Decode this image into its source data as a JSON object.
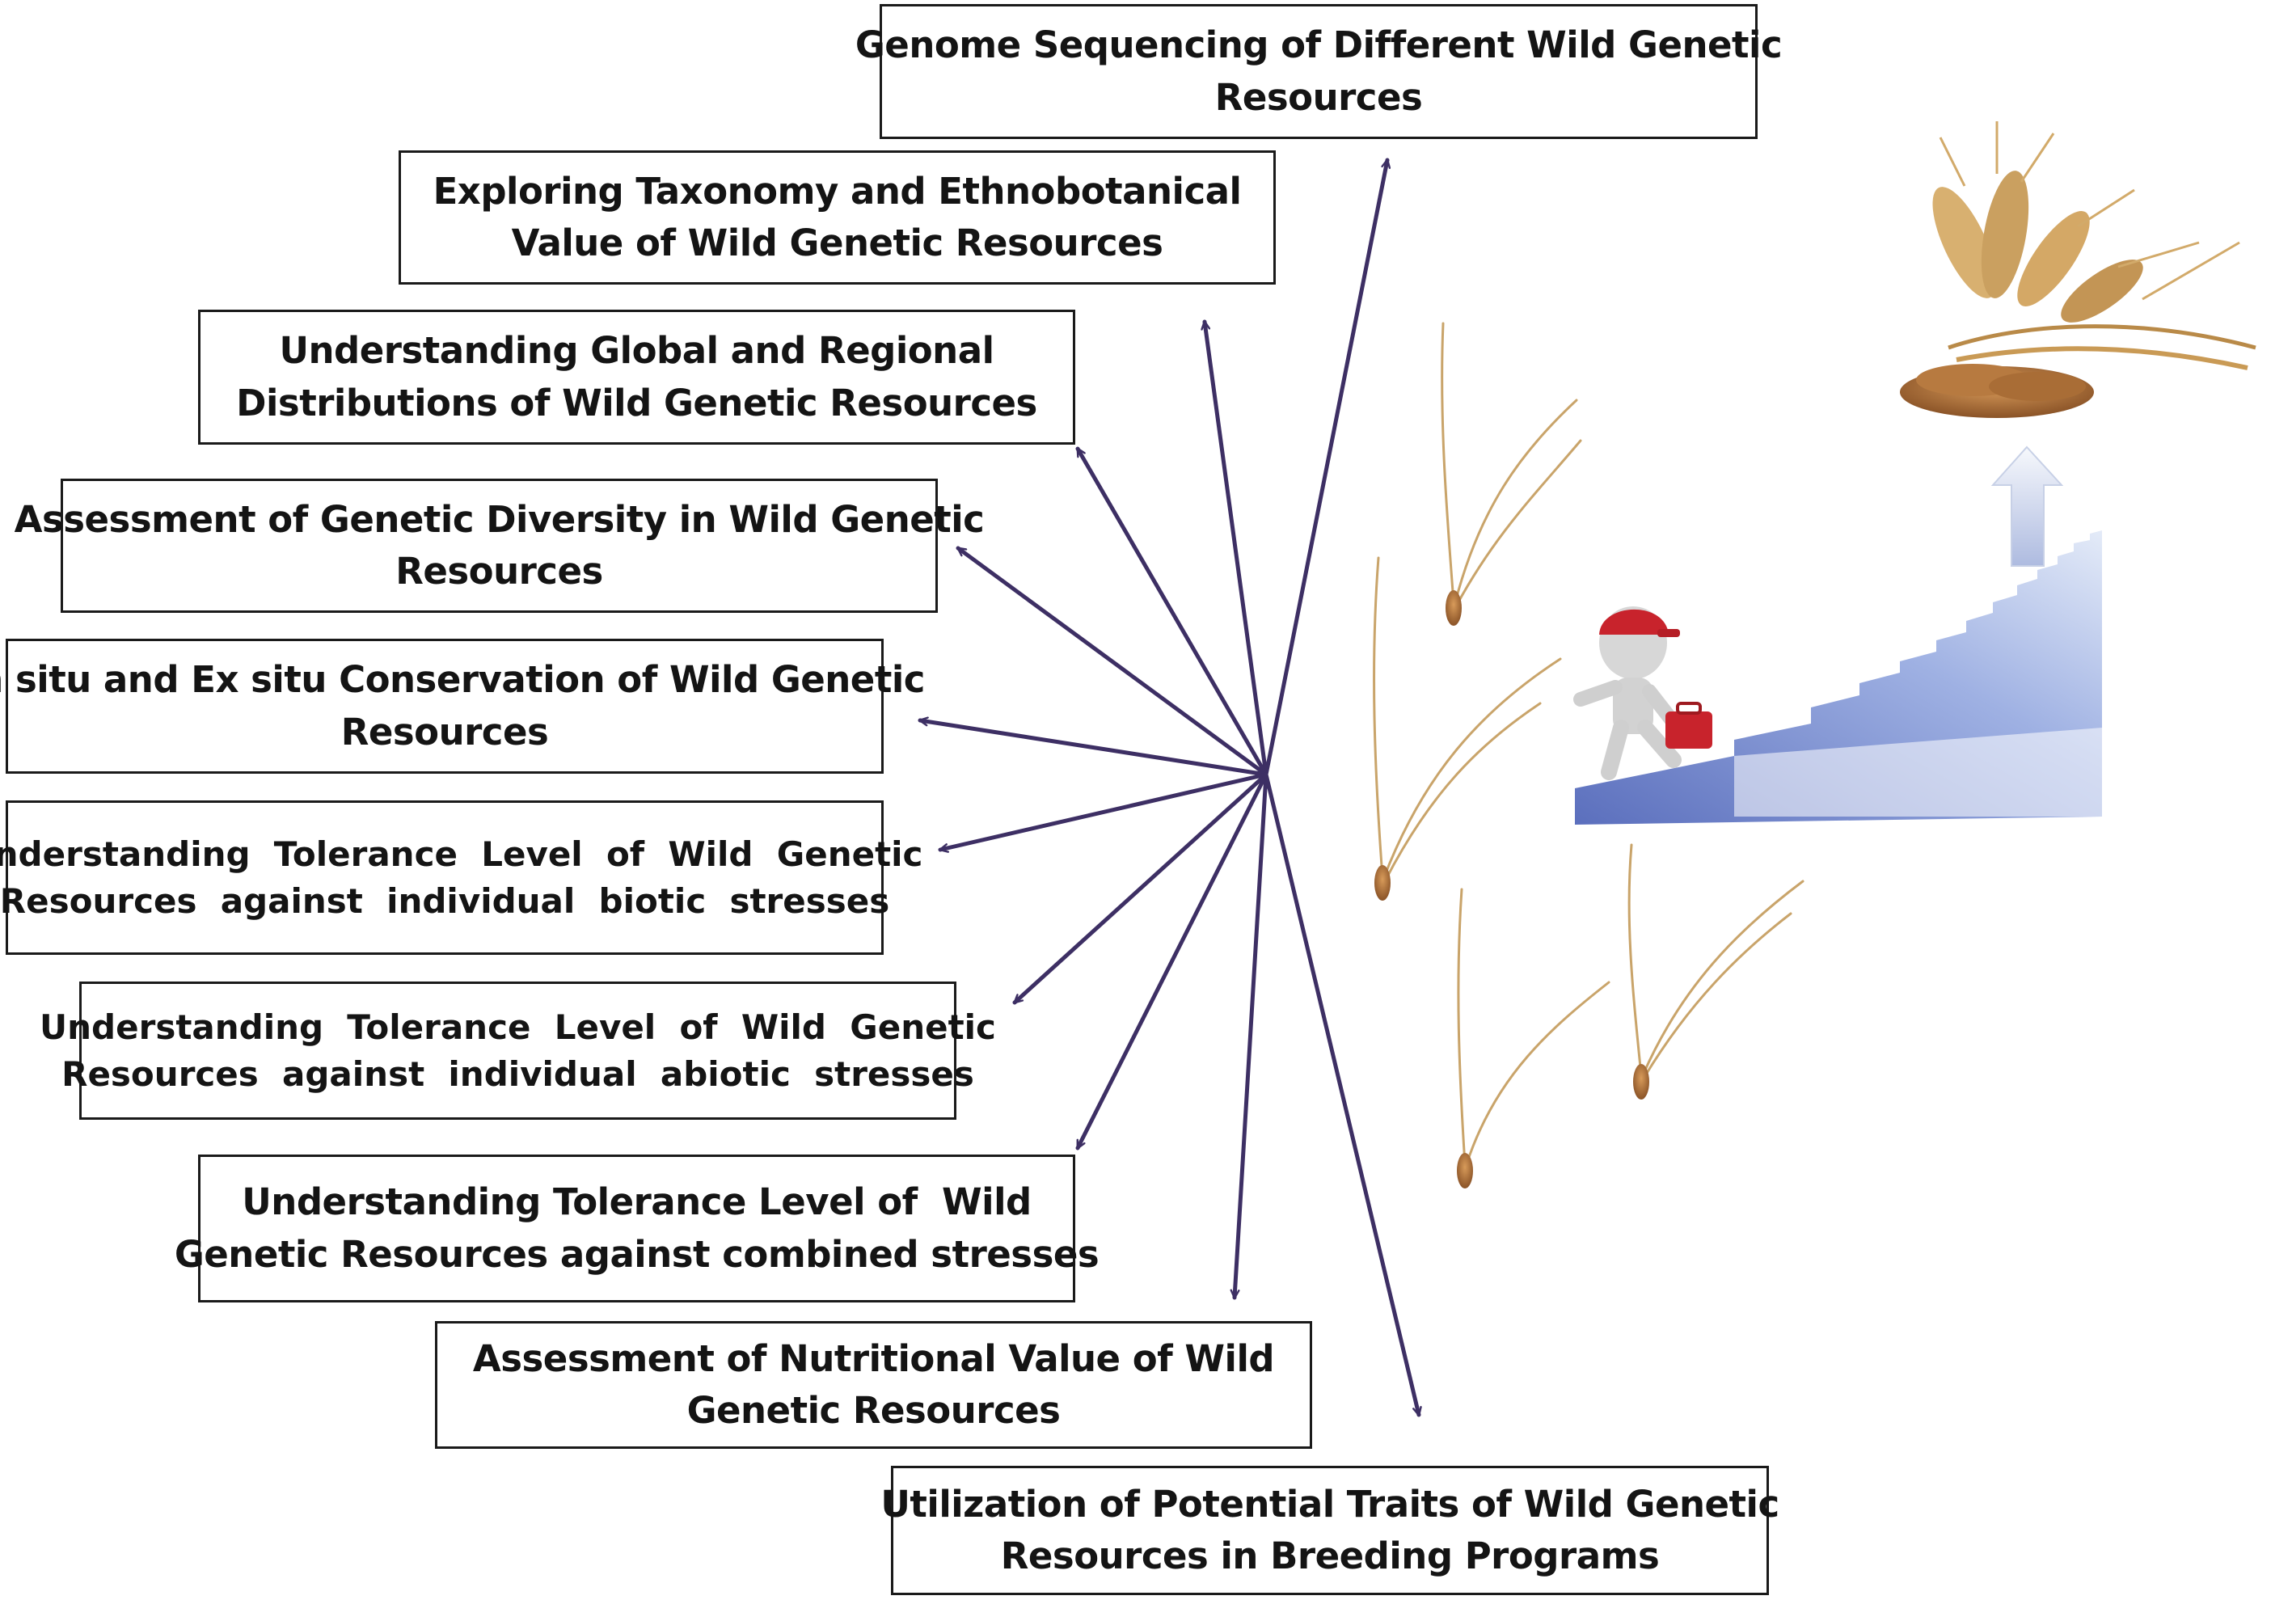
{
  "diagram": {
    "center_hub": "radiating-arrows-hub",
    "arrow_color": "#3d2f64",
    "boxes": [
      {
        "id": "genome-sequencing",
        "lines": [
          "Genome Sequencing of Different Wild Genetic",
          "Resources"
        ]
      },
      {
        "id": "taxonomy-ethnobotany",
        "lines": [
          "Exploring Taxonomy and Ethnobotanical",
          "Value of Wild Genetic Resources"
        ]
      },
      {
        "id": "global-regional-distribution",
        "lines": [
          "Understanding Global and Regional",
          "Distributions of Wild Genetic Resources"
        ]
      },
      {
        "id": "genetic-diversity",
        "lines": [
          "Assessment of Genetic Diversity in Wild Genetic",
          "Resources"
        ]
      },
      {
        "id": "conservation",
        "lines": [
          "In situ and Ex situ Conservation of Wild Genetic",
          "Resources"
        ]
      },
      {
        "id": "biotic-stress",
        "lines": [
          "Understanding  Tolerance  Level  of  Wild  Genetic",
          "Resources  against  individual  biotic  stresses"
        ]
      },
      {
        "id": "abiotic-stress",
        "lines": [
          "Understanding  Tolerance  Level  of  Wild  Genetic",
          "Resources  against  individual  abiotic  stresses"
        ]
      },
      {
        "id": "combined-stress",
        "lines": [
          "Understanding Tolerance Level of  Wild",
          "Genetic Resources against combined stresses"
        ]
      },
      {
        "id": "nutritional-value",
        "lines": [
          "Assessment of Nutritional Value of Wild",
          "Genetic Resources"
        ]
      },
      {
        "id": "breeding-utilization",
        "lines": [
          "Utilization of Potential Traits of Wild Genetic",
          "Resources in Breeding Programs"
        ]
      }
    ],
    "illustration": {
      "items": [
        "wheat-spikelet-icon",
        "person-climbing-stairs-icon",
        "staircase-icon",
        "upward-arrow-icon",
        "wheat-bundle-icon",
        "grain-pile-icon"
      ],
      "colors": {
        "stairs": "#6f84c9",
        "person": "#d0d0d0",
        "cap": "#c8232c",
        "wheat": "#c9a46a",
        "arrow": "#e9eef7"
      }
    }
  }
}
